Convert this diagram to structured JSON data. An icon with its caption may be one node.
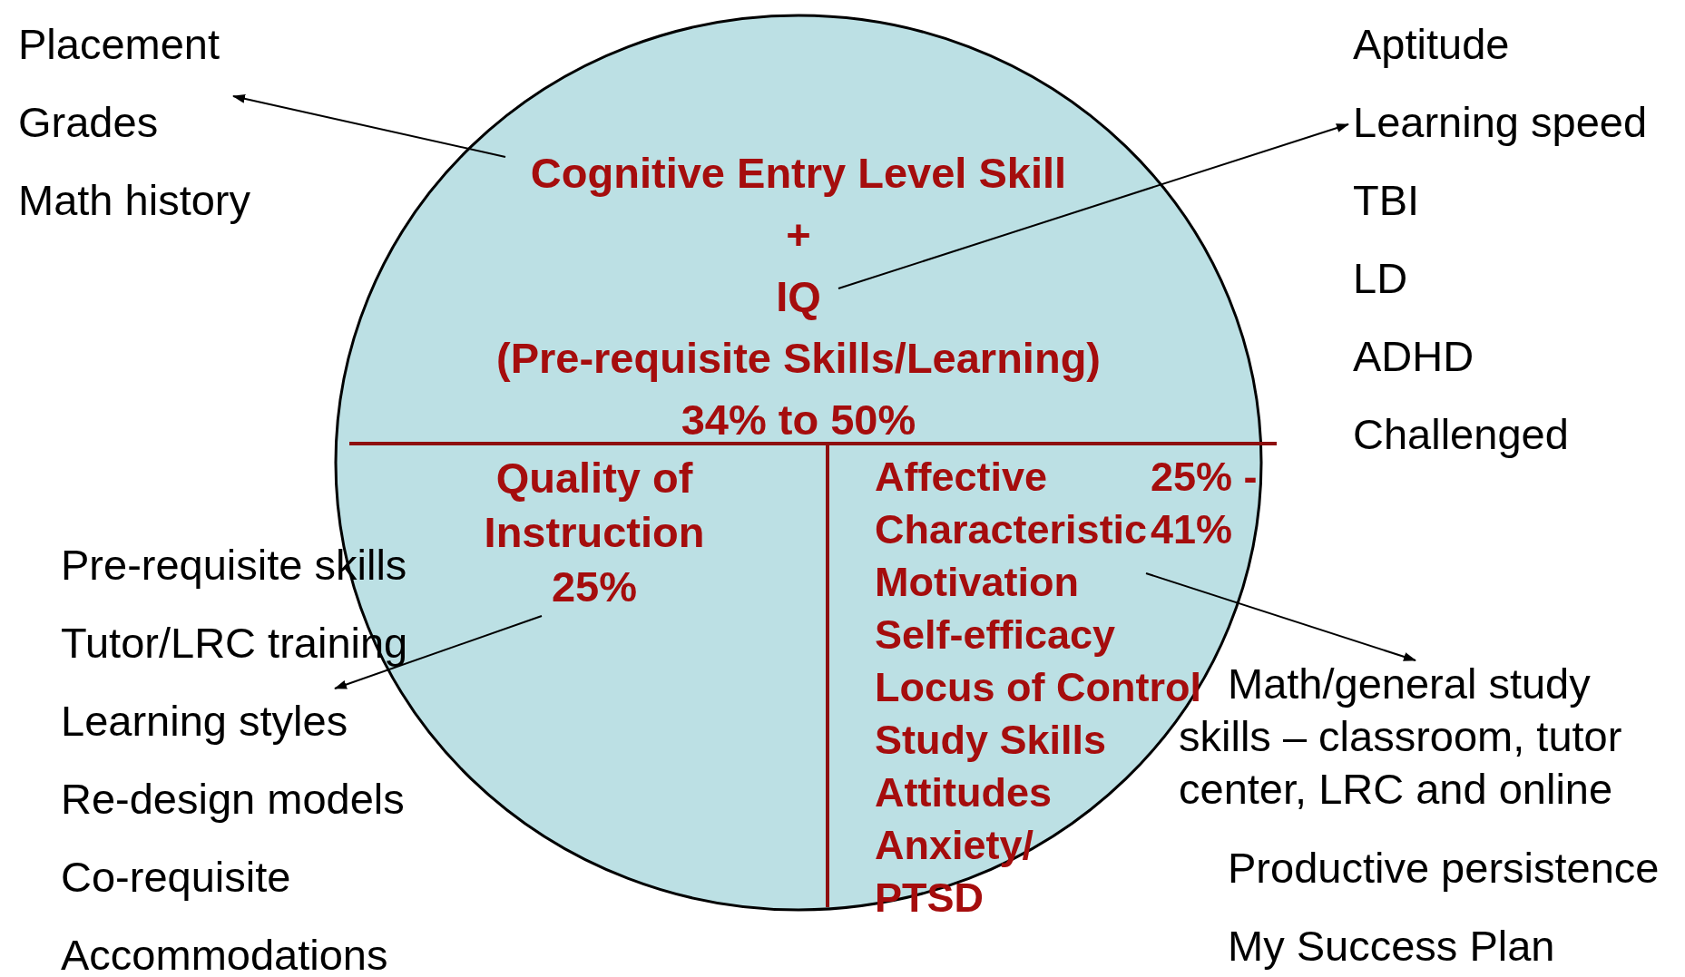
{
  "diagram": {
    "nodes": [
      {
        "text": [],
        "shape": "circle"
      },
      {
        "text": [
          "Cognitive Entry Level Skill",
          "+",
          "IQ",
          "(Pre-requisite Skills/Learning)",
          "34% to 50%"
        ],
        "in": 0
      },
      {
        "text": [
          "Quality of Instruction 25%"
        ],
        "in": 0
      },
      {
        "text": [
          "Affective Characteristic",
          "25% - 41%",
          "Motivation",
          "Self-efficacy",
          "Locus of Control",
          "Study Skills",
          "Attitudes",
          "Anxiety/ PTSD"
        ],
        "in": 0
      },
      {
        "text": [
          "Placement",
          "Grades",
          "Math history"
        ]
      },
      {
        "text": [
          "Aptitude",
          "Learning speed",
          "TBI",
          "LD",
          "ADHD",
          "Challenged"
        ]
      },
      {
        "text": [
          "Pre-requisite skills",
          "Tutor/LRC training",
          "Learning styles",
          "Re-design models",
          "Co-requisite",
          "Accommodations"
        ]
      },
      {
        "text": [
          "Math/general study skills – classroom, tutor center, LRC and online",
          "Productive persistence",
          "My Success Plan"
        ]
      }
    ],
    "edges": [
      {
        "from": 1,
        "to": 4,
        "arrow": "to"
      },
      {
        "from": 1,
        "to": 5,
        "arrow": "to"
      },
      {
        "from": 2,
        "to": 6,
        "arrow": "to"
      },
      {
        "from": 3,
        "to": 7,
        "arrow": "to"
      }
    ]
  }
}
